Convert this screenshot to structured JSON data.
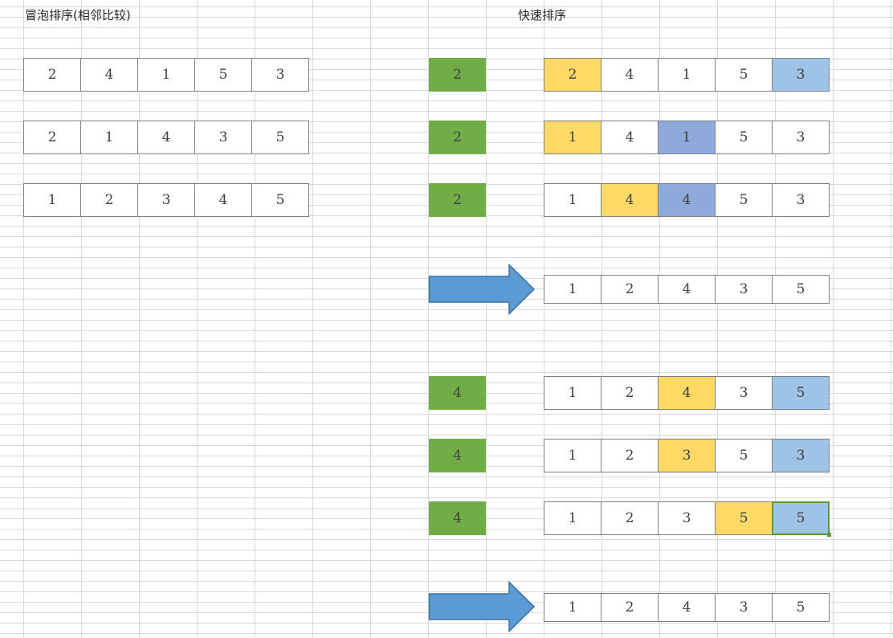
{
  "bubble": {
    "title": "冒泡排序(相邻比较)",
    "rows": [
      [
        "2",
        "4",
        "1",
        "5",
        "3"
      ],
      [
        "2",
        "1",
        "4",
        "3",
        "5"
      ],
      [
        "1",
        "2",
        "3",
        "4",
        "5"
      ]
    ]
  },
  "quick": {
    "title": "快速排序",
    "pivots": [
      "2",
      "2",
      "2",
      "4",
      "4",
      "4"
    ],
    "steps": [
      [
        "2",
        "4",
        "1",
        "5",
        "3"
      ],
      [
        "1",
        "4",
        "1",
        "5",
        "3"
      ],
      [
        "1",
        "4",
        "4",
        "5",
        "3"
      ],
      [
        "1",
        "2",
        "4",
        "3",
        "5"
      ],
      [
        "1",
        "2",
        "4",
        "3",
        "5"
      ],
      [
        "1",
        "2",
        "3",
        "5",
        "3"
      ],
      [
        "1",
        "2",
        "3",
        "5",
        "5"
      ],
      [
        "1",
        "2",
        "4",
        "3",
        "5"
      ]
    ]
  },
  "colors": {
    "pivot_green": "#70ad47",
    "highlight_yellow": "#ffd966",
    "highlight_light_blue": "#9dc3e6",
    "highlight_blue": "#8eaadb",
    "arrow_blue": "#5b9bd5"
  },
  "icons": [
    "right-arrow-icon"
  ]
}
